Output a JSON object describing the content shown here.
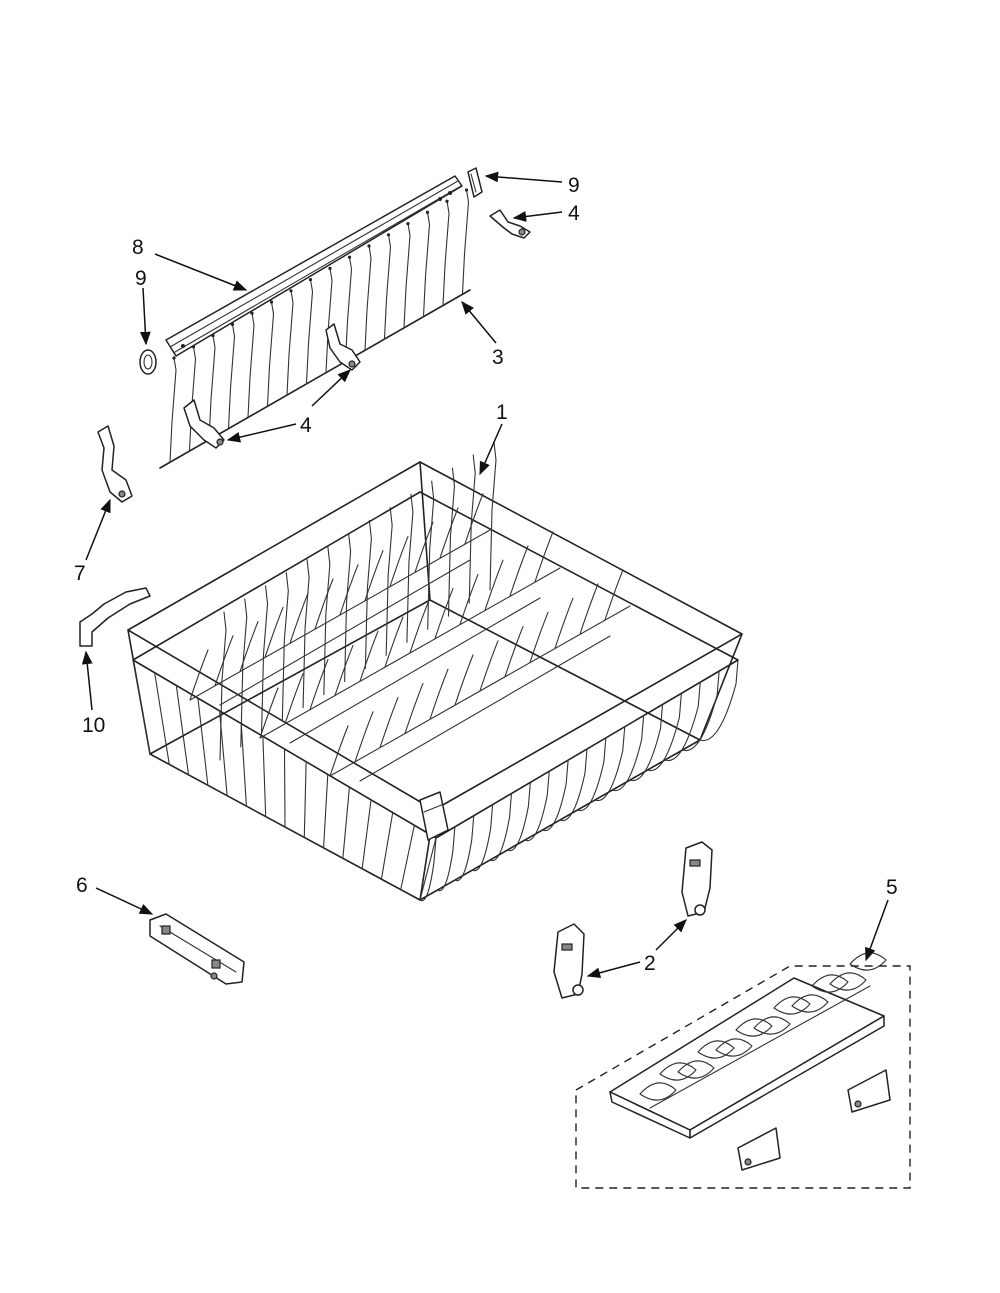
{
  "callouts": {
    "c1": "1",
    "c2": "2",
    "c3": "3",
    "c4a": "4",
    "c4b": "4",
    "c5": "5",
    "c6": "6",
    "c7": "7",
    "c8": "8",
    "c9a": "9",
    "c9b": "9",
    "c10": "10"
  },
  "colors": {
    "line": "#222222",
    "background": "#ffffff"
  }
}
